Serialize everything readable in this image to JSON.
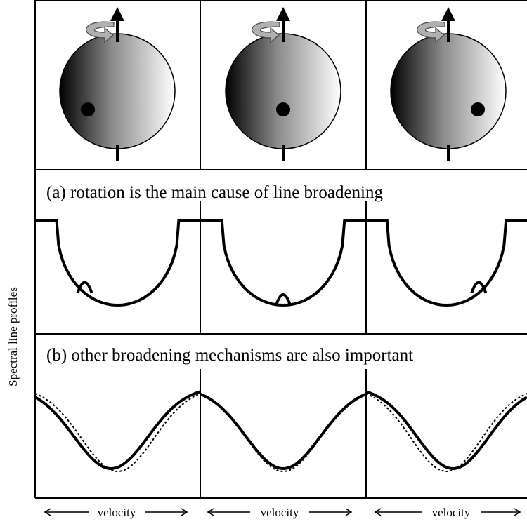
{
  "figure": {
    "y_axis_label": "Spectral line profiles",
    "panel_a_title": "(a) rotation is the main cause of line broadening",
    "panel_b_title": "(b) other broadening mechanisms are also important",
    "x_labels": [
      "velocity",
      "velocity",
      "velocity"
    ]
  },
  "stars": [
    {
      "spot": "left of centre"
    },
    {
      "spot": "centre"
    },
    {
      "spot": "right of centre"
    }
  ],
  "colors": {
    "ink": "#000000",
    "star_dark": "#000000",
    "star_light": "#ffffff",
    "rotation_arrow": "#b0b0b0"
  }
}
